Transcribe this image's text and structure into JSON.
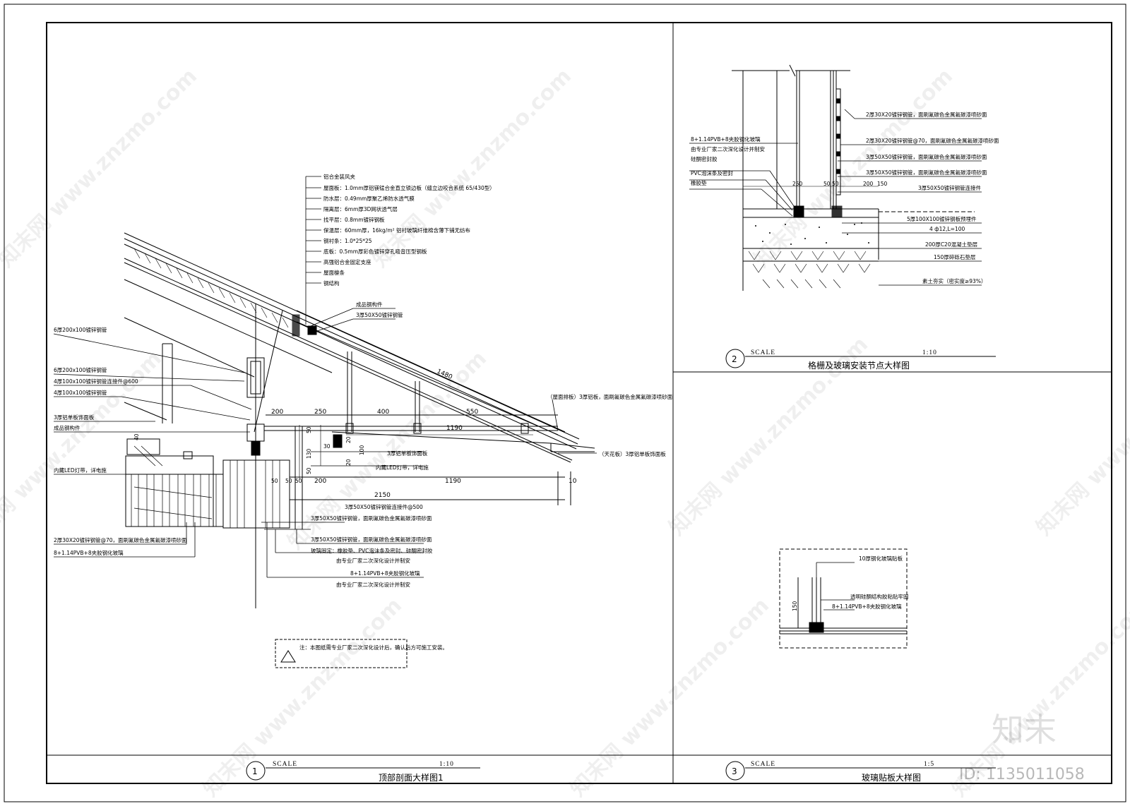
{
  "watermark": {
    "text": "知末网 www.znzmo.com",
    "brand": "知末",
    "id_label": "ID: 1135011058"
  },
  "detail1": {
    "number": "1",
    "scale_label": "SCALE",
    "scale_value": "1:10",
    "title": "顶部剖面大样图1",
    "layers": [
      "铝合金装风夹",
      "屋面板：1.0mm厚铝镁锰合金直立锁边板（缝立边咬合系统 65/430型）",
      "防水层：0.49mm厚聚乙烯防水透气膜",
      "隔离层：6mm厚3D网状透气层",
      "找平层：0.8mm镀锌钢板",
      "保温层：60mm厚，16kg/m² 铝衬玻璃纤维棉含薄下铺无纺布",
      "钢衬条：1.0*25*25",
      "底板：0.5mm厚彩色镀锌穿孔吸音压型钢板",
      "高强铝合金固定支座",
      "屋面檩条",
      "钢结构"
    ],
    "labels_left": [
      "6厚200x100镀锌钢管",
      "6厚200x100镀锌钢管",
      "4厚100x100镀锌钢管连接件@600",
      "4厚100x100镀锌钢管",
      "3厚铝单板饰面板",
      "成品钢构件",
      "内藏LED灯带，详电施",
      "2厚30X20镀锌钢管@70，面刷氟碳色金属氟碳漆喷砂面",
      "8+1.14PVB+8夹胶钢化玻璃"
    ],
    "labels_mid": [
      "成品钢构件",
      "3厚50X50镀锌钢管",
      "3厚铝单板饰面板",
      "内藏LED灯带，详电施",
      "3厚50X50镀锌钢管连接件@500",
      "3厚50X50镀锌钢管，面刷氟碳色金属氟碳漆喷砂面",
      "3厚50X50镀锌钢管，面刷氟碳色金属氟碳漆喷砂面",
      "玻璃固定：橡胶垫、PVC泡沫条及密封、硅酮密封胶",
      "由专业厂家二次深化设计并制安",
      "8+1.14PVB+8夹胶钢化玻璃",
      "由专业厂家二次深化设计并制安"
    ],
    "labels_right": [
      "（屋面排板）3厚铝板，面刷氟碳色金属氟碳漆喷砂面",
      "（天花板）3厚铝单板饰面板"
    ],
    "dims": [
      "200",
      "250",
      "400",
      "550",
      "1480",
      "1190",
      "200",
      "1190",
      "2150",
      "10",
      "40",
      "50",
      "130",
      "50",
      "50",
      "30",
      "20",
      "100",
      "20",
      "50",
      "50"
    ],
    "note": "注：本图纸需专业厂家二次深化设计后，确认后方可施工安装。"
  },
  "detail2": {
    "number": "2",
    "scale_label": "SCALE",
    "scale_value": "1:10",
    "title": "格栅及玻璃安装节点大样图",
    "labels_left": [
      "8+1.14PVB+8夹胶钢化玻璃",
      "由专业厂家二次深化设计并制安",
      "硅酮密封胶",
      "PVC泡沫条及密封",
      "橡胶垫"
    ],
    "labels_right": [
      "2厚30X20镀锌钢管，面刷氟碳色金属氟碳漆喷砂面",
      "2厚30X20镀锌钢管@70，面刷氟碳色金属氟碳漆喷砂面",
      "3厚50X50镀锌钢管，面刷氟碳色金属氟碳漆喷砂面",
      "3厚50X50镀锌钢管，面刷氟碳色金属氟碳漆喷砂面",
      "3厚50X50镀锌钢管连接件",
      "5厚100X100镀锌钢板预埋件",
      "4 ф12,L=100",
      "200厚C20混凝土垫层",
      "150厚碎砾石垫层",
      "素土夯实（密实度≥93%）"
    ],
    "dims": [
      "250",
      "50",
      "50",
      "200",
      "150"
    ]
  },
  "detail3": {
    "number": "3",
    "scale_label": "SCALE",
    "scale_value": "1:5",
    "title": "玻璃贴板大样图",
    "labels": [
      "10厚钢化玻璃贴板",
      "透明硅酮结构胶粘贴牢固",
      "8+1.14PVB+8夹胶钢化玻璃"
    ],
    "dims": [
      "150"
    ]
  }
}
